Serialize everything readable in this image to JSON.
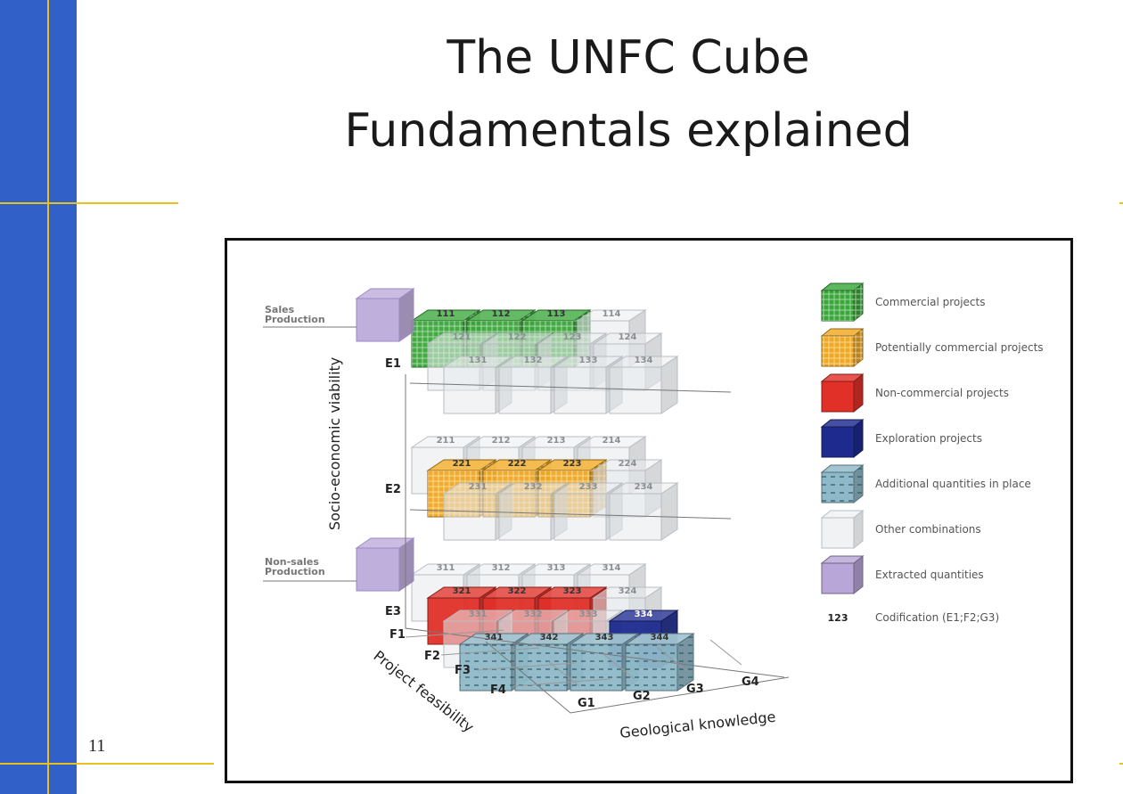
{
  "slide": {
    "title_line1": "The UNFC Cube",
    "title_line2": "Fundamentals explained",
    "page_number": "11"
  },
  "diagram": {
    "axis_e_label": "Socio-economic viability",
    "axis_f_label": "Project feasibility",
    "axis_g_label": "Geological knowledge",
    "e_levels": [
      "E1",
      "E2",
      "E3"
    ],
    "f_levels": [
      "F1",
      "F2",
      "F3",
      "F4"
    ],
    "g_levels": [
      "G1",
      "G2",
      "G3",
      "G4"
    ],
    "sales_production": [
      "Sales",
      "Production"
    ],
    "nonsales_production": [
      "Non-sales",
      "Production"
    ],
    "cell_codes": {
      "layer1": [
        "111",
        "112",
        "113",
        "114",
        "121",
        "122",
        "123",
        "124",
        "131",
        "132",
        "133",
        "134"
      ],
      "layer2": [
        "211",
        "212",
        "213",
        "214",
        "221",
        "222",
        "223",
        "224",
        "231",
        "232",
        "233",
        "234"
      ],
      "layer3": [
        "311",
        "312",
        "313",
        "314",
        "321",
        "322",
        "323",
        "324",
        "331",
        "332",
        "333",
        "334",
        "341",
        "342",
        "343",
        "344"
      ]
    },
    "legend": [
      {
        "key": "commercial",
        "label": "Commercial projects",
        "color": "#3aa73a"
      },
      {
        "key": "potential",
        "label": "Potentially commercial projects",
        "color": "#f0a820"
      },
      {
        "key": "noncommercial",
        "label": "Non-commercial projects",
        "color": "#e03028"
      },
      {
        "key": "exploration",
        "label": "Exploration projects",
        "color": "#1e2a8e"
      },
      {
        "key": "additional",
        "label": "Additional quantities in place",
        "color": "#8fb8c8"
      },
      {
        "key": "other",
        "label": "Other combinations",
        "color": "#e6e9ec"
      },
      {
        "key": "extracted",
        "label": "Extracted quantities",
        "color": "#b8a6d8"
      }
    ],
    "codification_sample": "123",
    "codification_label": "Codification (E1;F2;G3)"
  }
}
